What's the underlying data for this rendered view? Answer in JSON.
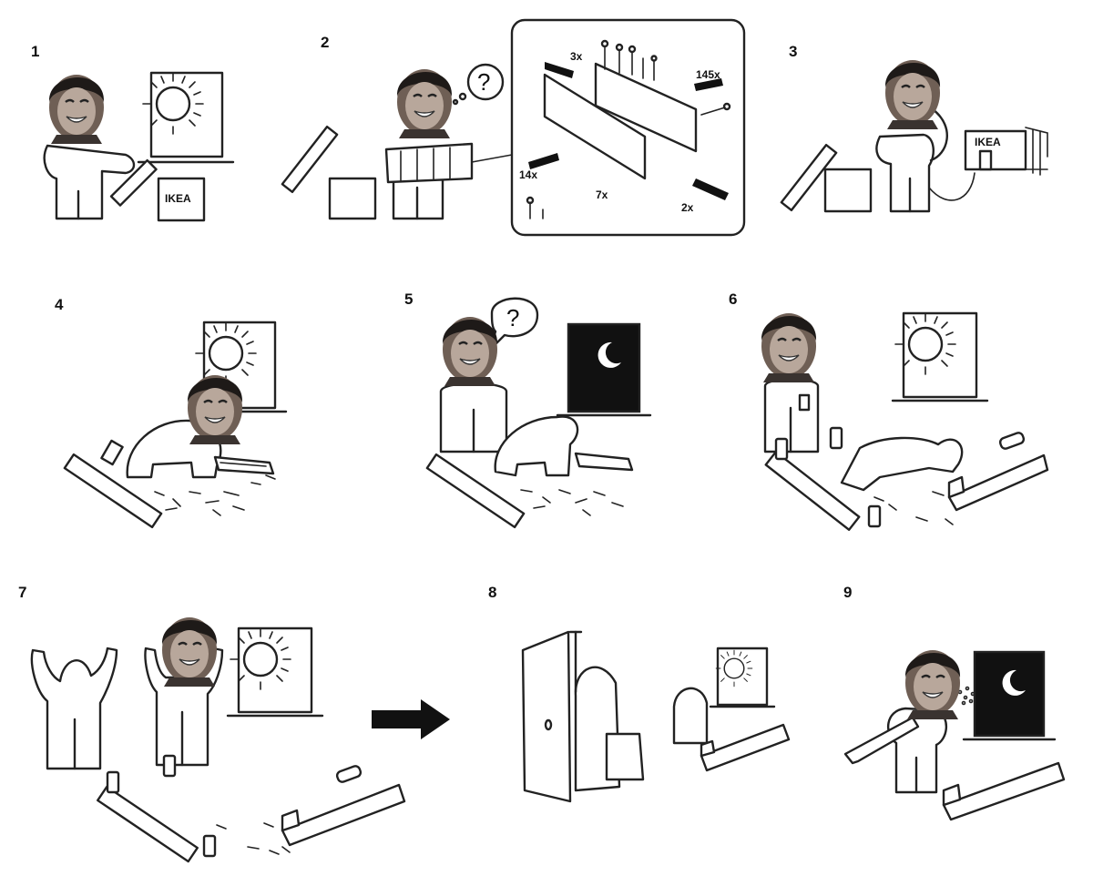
{
  "steps": [
    {
      "number": "1",
      "box_label": "IKEA"
    },
    {
      "number": "2",
      "question": "?",
      "counts": {
        "boards": "3x",
        "screws": "145x",
        "pegs": "14x",
        "dowels": "7x",
        "panels": "2x"
      }
    },
    {
      "number": "3",
      "store_sign": "IKEA"
    },
    {
      "number": "4"
    },
    {
      "number": "5",
      "question": "?"
    },
    {
      "number": "6"
    },
    {
      "number": "7"
    },
    {
      "number": "8"
    },
    {
      "number": "9"
    }
  ],
  "icons": [
    "sun-icon",
    "moon-icon",
    "question-icon",
    "arrow-right-icon"
  ],
  "colors": {
    "line": "#222222",
    "fill": "#ffffff",
    "night": "#111111",
    "face": "#7a6a5e"
  }
}
